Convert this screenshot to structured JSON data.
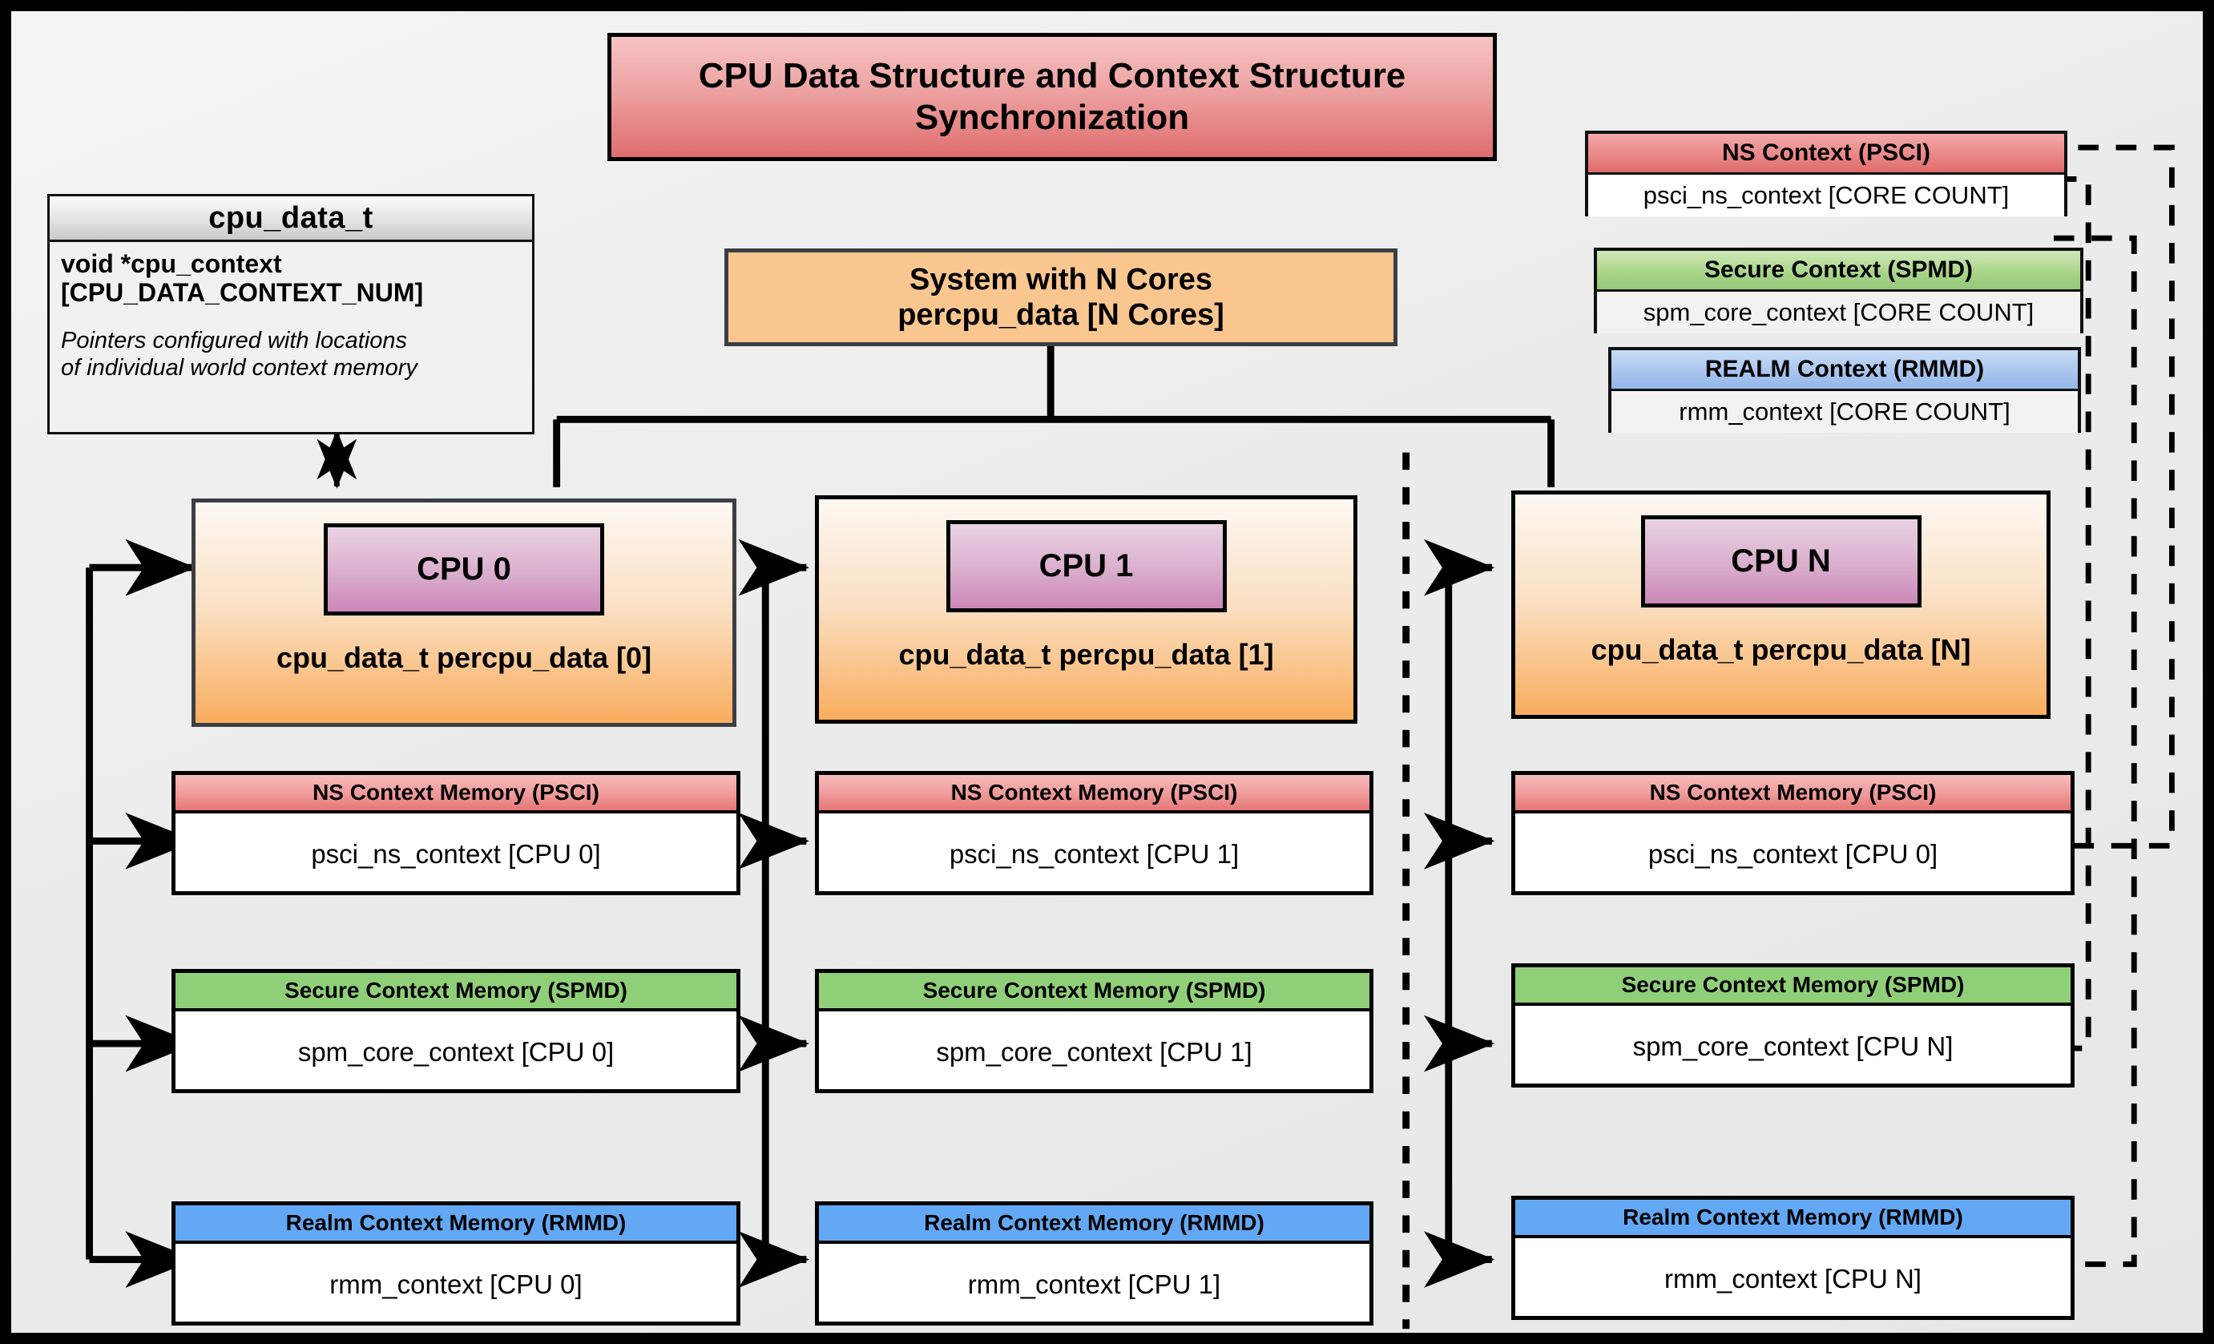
{
  "diagram": {
    "title": "CPU Data Structure and Context Structure Synchronization",
    "background_color": "#eceded"
  },
  "struct": {
    "name": "cpu_data_t",
    "field": "void  *cpu_context [CPU_DATA_CONTEXT_NUM]",
    "field_line1": "void  *cpu_context",
    "field_line2": "[CPU_DATA_CONTEXT_NUM]",
    "note": "Pointers configured with locations of individual world context memory",
    "note_line1": "Pointers configured with locations",
    "note_line2": "of individual world context memory"
  },
  "system": {
    "line1": "System with N Cores",
    "line2": "percpu_data [N Cores]"
  },
  "global_contexts": [
    {
      "header": "NS Context  (PSCI)",
      "body": "psci_ns_context [CORE COUNT]",
      "color": "#e06a6a",
      "variant": "red"
    },
    {
      "header": "Secure Context (SPMD)",
      "body": "spm_core_context [CORE COUNT]",
      "color": "#93c877",
      "variant": "green"
    },
    {
      "header": "REALM Context (RMMD)",
      "body": "rmm_context [CORE COUNT]",
      "color": "#94b7e8",
      "variant": "blue"
    }
  ],
  "cpus": [
    {
      "chip": "CPU 0",
      "label": "cpu_data_t percpu_data [0]",
      "memories": [
        {
          "header": "NS Context Memory (PSCI)",
          "body": "psci_ns_context [CPU 0]",
          "variant": "red"
        },
        {
          "header": "Secure Context Memory (SPMD)",
          "body": "spm_core_context [CPU 0]",
          "variant": "green"
        },
        {
          "header": "Realm Context Memory (RMMD)",
          "body": "rmm_context [CPU 0]",
          "variant": "blue"
        }
      ]
    },
    {
      "chip": "CPU 1",
      "label": "cpu_data_t percpu_data [1]",
      "memories": [
        {
          "header": "NS Context Memory (PSCI)",
          "body": "psci_ns_context [CPU 1]",
          "variant": "red"
        },
        {
          "header": "Secure Context Memory (SPMD)",
          "body": "spm_core_context [CPU 1]",
          "variant": "green"
        },
        {
          "header": "Realm Context Memory (RMMD)",
          "body": "rmm_context [CPU 1]",
          "variant": "blue"
        }
      ]
    },
    {
      "chip": "CPU N",
      "label": "cpu_data_t percpu_data [N]",
      "memories": [
        {
          "header": "NS Context Memory (PSCI)",
          "body": "psci_ns_context [CPU 0]",
          "variant": "red"
        },
        {
          "header": "Secure Context Memory (SPMD)",
          "body": "spm_core_context [CPU N]",
          "variant": "green"
        },
        {
          "header": "Realm Context Memory (RMMD)",
          "body": "rmm_context [CPU N]",
          "variant": "blue"
        }
      ]
    }
  ],
  "colors": {
    "ns_red": "#e06a6a",
    "secure_green": "#8fcf78",
    "realm_blue": "#63a8f4",
    "cpu_orange": "#f9ad5e",
    "cpu_chip_magenta": "#cb87b8",
    "title_red": "#e06e6e"
  }
}
